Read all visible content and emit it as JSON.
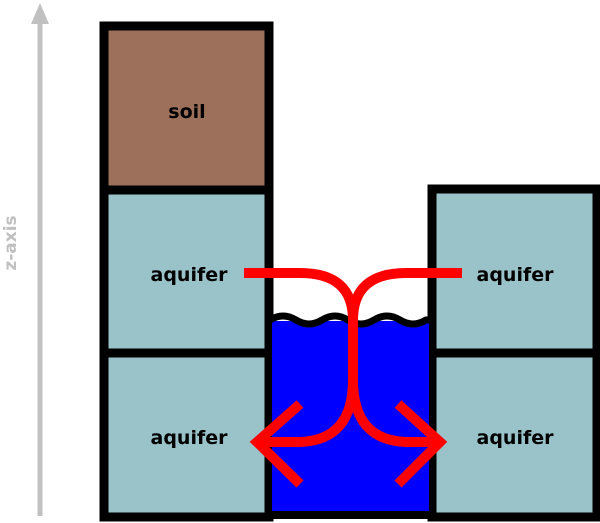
{
  "axis": {
    "label": "z-axis"
  },
  "cells": {
    "soil": "soil",
    "aquifer_left_upper": "aquifer",
    "aquifer_left_lower": "aquifer",
    "aquifer_right_upper": "aquifer",
    "aquifer_right_lower": "aquifer"
  },
  "colors": {
    "soil": "#9c705a",
    "aquifer": "#99c2c9",
    "water": "#0000ff",
    "border": "#000000",
    "flow_arrow": "#ff0000",
    "axis": "#c0c0c0"
  }
}
